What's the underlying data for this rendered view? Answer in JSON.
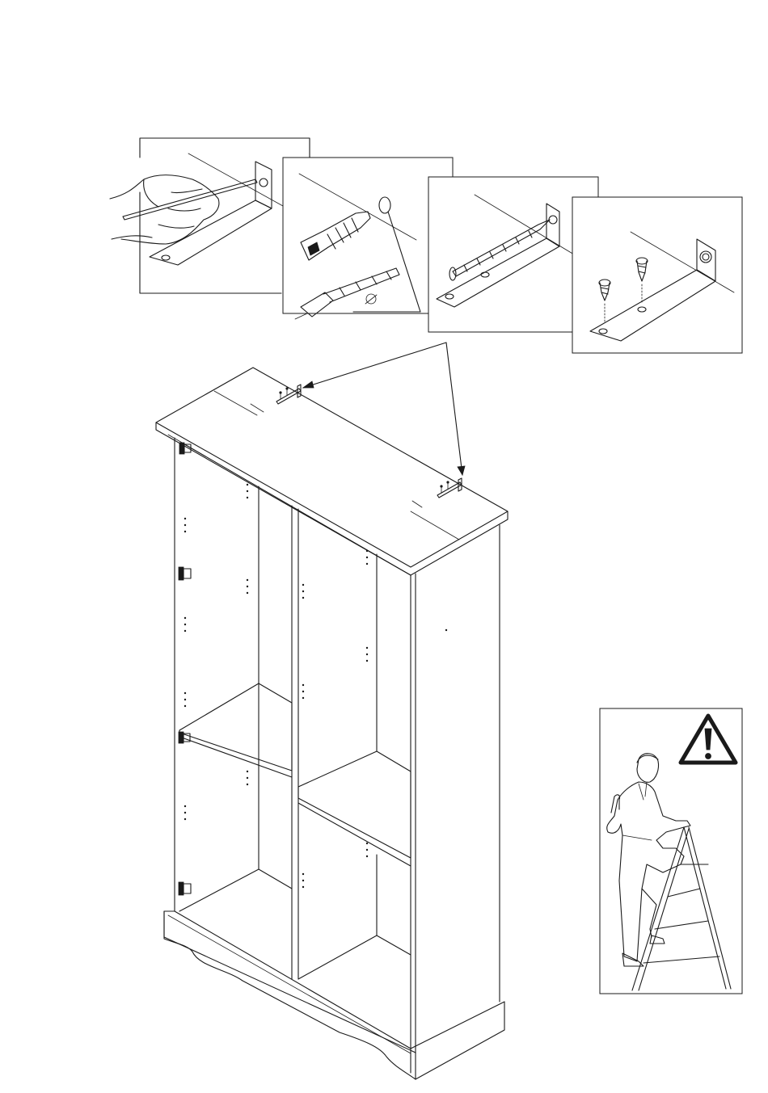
{
  "diagram": {
    "steps": [
      {
        "name": "mark-hole-detail",
        "icon": "pencil-marking-icon"
      },
      {
        "name": "drill-and-plug-detail",
        "icon": "wall-plug-drill-icon"
      },
      {
        "name": "wall-screw-detail",
        "icon": "wall-screw-icon"
      },
      {
        "name": "bracket-screws-detail",
        "icon": "bracket-screws-icon"
      }
    ],
    "safety": {
      "icon": "warning-triangle-icon",
      "figure": "person-on-stepladder-icon"
    },
    "main": {
      "object": "bookcase-isometric"
    }
  },
  "colors": {
    "line": "#1a1a1a",
    "background": "#ffffff"
  }
}
